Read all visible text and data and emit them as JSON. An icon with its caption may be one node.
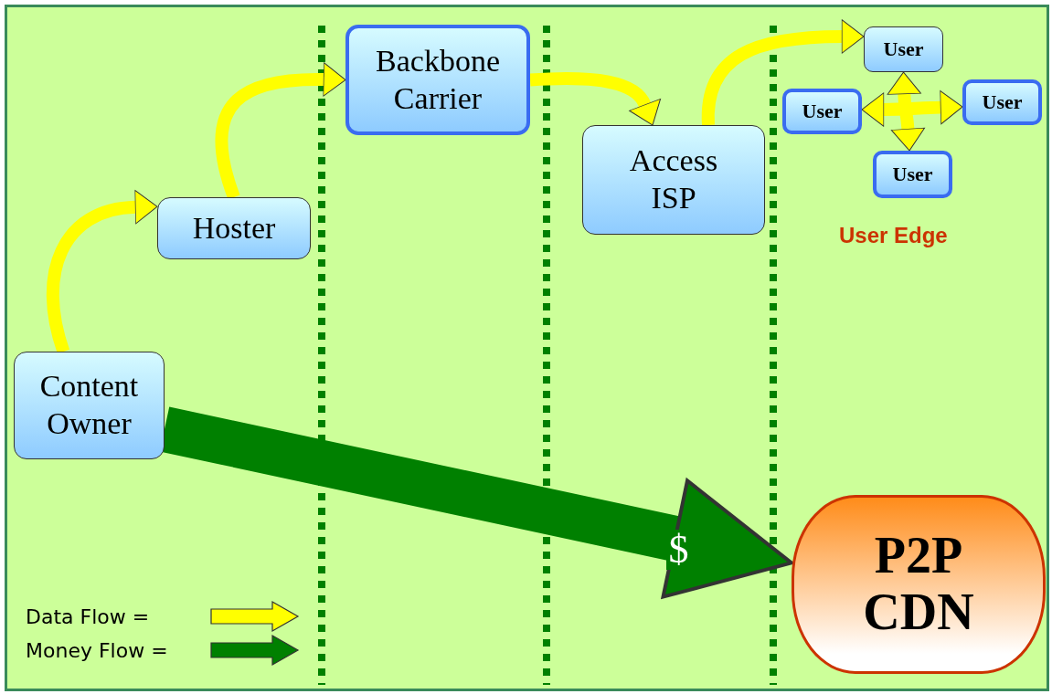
{
  "diagram": {
    "nodes": [
      {
        "text": [
          "Content Owner"
        ]
      },
      {
        "text": [
          "Hoster"
        ]
      },
      {
        "text": [
          "Backbone Carrier"
        ]
      },
      {
        "text": [
          "Access ISP"
        ]
      },
      {
        "text": [
          "User"
        ]
      },
      {
        "text": [
          "User"
        ]
      },
      {
        "text": [
          "User"
        ]
      },
      {
        "text": [
          "User"
        ]
      },
      {
        "text": [
          "P2P CDN"
        ]
      }
    ],
    "edges": [
      {
        "from": 0,
        "to": 1,
        "arrow": "to"
      },
      {
        "from": 1,
        "to": 2,
        "arrow": "to"
      },
      {
        "from": 2,
        "to": 3,
        "arrow": "to"
      },
      {
        "from": 3,
        "to": 4,
        "arrow": "to"
      },
      {
        "from": 5,
        "to": 6,
        "arrow": "both"
      },
      {
        "from": 4,
        "to": 7,
        "arrow": "both"
      },
      {
        "from": 0,
        "to": 8,
        "arrow": "to",
        "label": "$",
        "style": "thick",
        "color": "#008000"
      }
    ],
    "labels": [
      "User Edge"
    ],
    "legend": [
      {
        "text": "Data Flow ="
      },
      {
        "text": "Money Flow ="
      }
    ]
  }
}
